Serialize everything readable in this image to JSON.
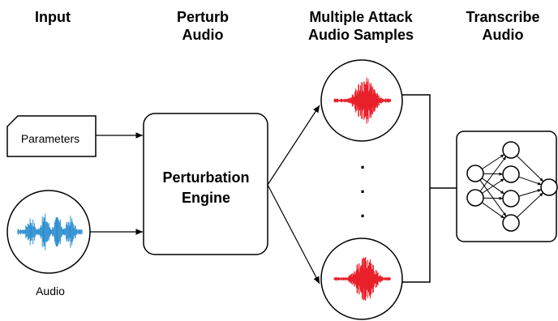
{
  "headers": {
    "input": "Input",
    "perturb": "Perturb\nAudio",
    "attack": "Multiple Attack\nAudio Samples",
    "transcribe": "Transcribe\nAudio"
  },
  "inputs": {
    "parameters_label": "Parameters",
    "audio_label": "Audio"
  },
  "engine": {
    "line1": "Perturbation",
    "line2": "Engine"
  },
  "ellipsis": ".\n.\n.",
  "colors": {
    "input_wave": "#2f8fd0",
    "attack_wave": "#e8202a",
    "stroke": "#000000"
  }
}
